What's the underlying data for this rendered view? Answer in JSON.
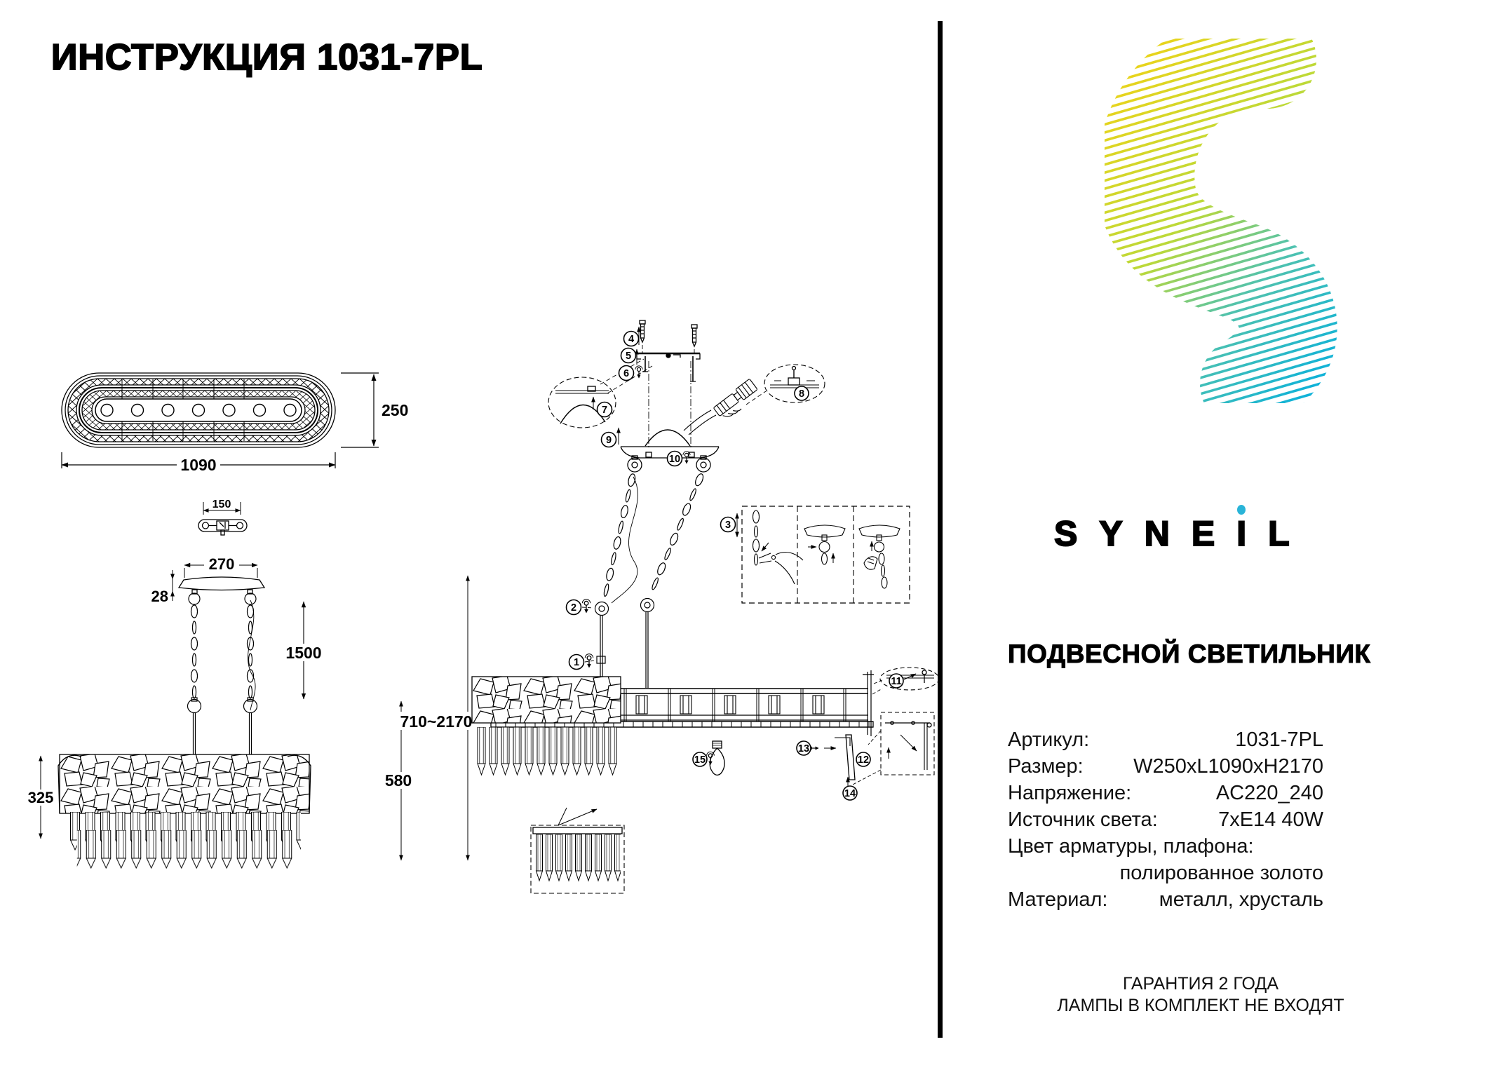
{
  "title": "ИНСТРУКЦИЯ 1031-7PL",
  "brand": {
    "letters": [
      "S",
      "Y",
      "N",
      "E",
      "I",
      "L"
    ],
    "dot_color": "#29b4d8",
    "logo_gradient": {
      "start": "#e8d41c",
      "mid1": "#bcd938",
      "mid2": "#4fc2af",
      "end": "#0fb2d8"
    }
  },
  "product": {
    "type_heading": "ПОДВЕСНОЙ СВЕТИЛЬНИК",
    "specs": [
      {
        "label": "Артикул:",
        "value": "1031-7PL"
      },
      {
        "label": "Размер:",
        "value": "W250xL1090xH2170"
      },
      {
        "label": "Напряжение:",
        "value": "AC220_240"
      },
      {
        "label": "Источник света:",
        "value": "7xE14 40W"
      },
      {
        "label": "Цвет арматуры, плафона:",
        "value": ""
      },
      {
        "label": "",
        "value": "полированное золото"
      },
      {
        "label": "Материал:",
        "value": "металл, хрусталь"
      }
    ],
    "footer_line1": "ГАРАНТИЯ 2 ГОДА",
    "footer_line2": "ЛАМПЫ В КОМПЛЕКТ НЕ ВХОДЯТ"
  },
  "drawings": {
    "top_view": {
      "length": "1090",
      "depth": "250",
      "lamp_count": "7"
    },
    "bracket": {
      "width": "150"
    },
    "side_view": {
      "canopy_width": "270",
      "canopy_height": "28",
      "chain_length": "1500",
      "overall_height": "710~2170",
      "body_height": "580",
      "fringe_height": "325"
    },
    "assembly": {
      "callouts": [
        "1",
        "2",
        "3",
        "4",
        "5",
        "6",
        "7",
        "8",
        "9",
        "10",
        "11",
        "12",
        "13",
        "14",
        "15"
      ]
    }
  }
}
